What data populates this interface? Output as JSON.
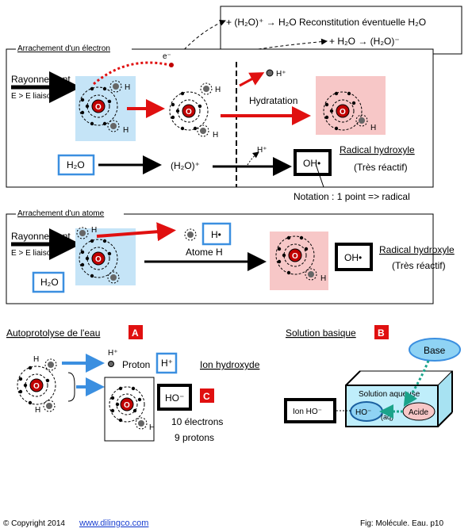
{
  "top_note": {
    "line1": "+ (H₂O)⁺ → H₂O Reconstitution éventuelle H₂O",
    "line2": "+ H₂O → (H₂O)⁻"
  },
  "panel1": {
    "title": "Arrachement d'un électron",
    "radiation": "Rayonnement",
    "condition": "E > E liaison",
    "electron": "e⁻",
    "h_plus": "H⁺",
    "hydration": "Hydratation",
    "h2o": "H₂O",
    "ion": "(H₂O)⁺",
    "radical_box": "OH•",
    "radical_name": "Radical hydroxyle",
    "reactive": "(Très réactif)",
    "notation": "Notation : 1 point => radical"
  },
  "panel2": {
    "title": "Arrachement d'un atome",
    "radiation": "Rayonnement",
    "condition": "E > E liaison",
    "h_plus_box": "H•",
    "atom_h": "Atome H",
    "h2o": "H₂O",
    "radical_box": "OH•",
    "radical_name": "Radical hydroxyle",
    "reactive": "(Très réactif)"
  },
  "section_a": {
    "title": "Autoprotolyse de l'eau",
    "badge": "A",
    "h_plus": "H⁺",
    "proton": "Proton",
    "proton_box": "H⁺",
    "ion_label": "Ion hydroxyde",
    "ion_box": "HO⁻",
    "badge_c": "C",
    "electrons": "10 électrons",
    "protons": "9 protons"
  },
  "section_b": {
    "title": "Solution basique",
    "badge": "B",
    "base": "Base",
    "solution": "Solution aqueuse",
    "ion_label": "Ion HO⁻",
    "ion_bubble": "HO⁻",
    "aq": "(aq)",
    "acid": "Acide"
  },
  "atom_labels": {
    "oxygen": "O",
    "hydrogen": "H"
  },
  "footer": {
    "copyright": "© Copyright 2014",
    "site": "www.dilingco.com",
    "fig": "Fig:   Molécule. Eau. p10"
  },
  "colors": {
    "blue_bg": "#c5e4f7",
    "pink_bg": "#f7c7c7",
    "red": "#e01010",
    "blue_box": "#3b8fe0",
    "badge": "#e01010",
    "base_bubble": "#8fd3f4",
    "water": "#bfeefb",
    "teal": "#1aa38a"
  }
}
